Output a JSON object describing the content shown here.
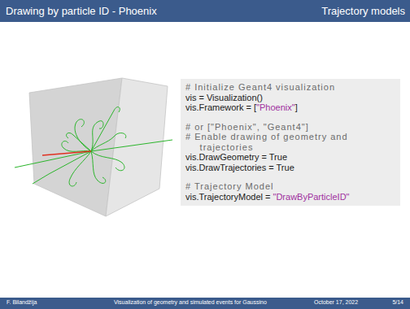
{
  "diagram": {
    "title": "Drawing by particle ID - Phoenix",
    "nodes": [
      {
        "text": [
          "# Initialize Geant4 visualization",
          "vis = Visualization()",
          "vis.Framework = [\"Phoenix\"]",
          "# or [\"Phoenix\", \"Geant4\"]",
          "# Enable drawing of geometry and trajectories",
          "vis.DrawGeometry = True",
          "vis.DrawTrajectories = True",
          "# Trajectory Model",
          "vis.TrajectoryModel = \"DrawByParticleID\""
        ]
      }
    ],
    "edges": [],
    "labels": [
      "Trajectory models",
      "F. Bilandžija",
      "Visualization of geometry and simulated events for Gaussino",
      "October 17, 2022",
      "5/14"
    ]
  }
}
